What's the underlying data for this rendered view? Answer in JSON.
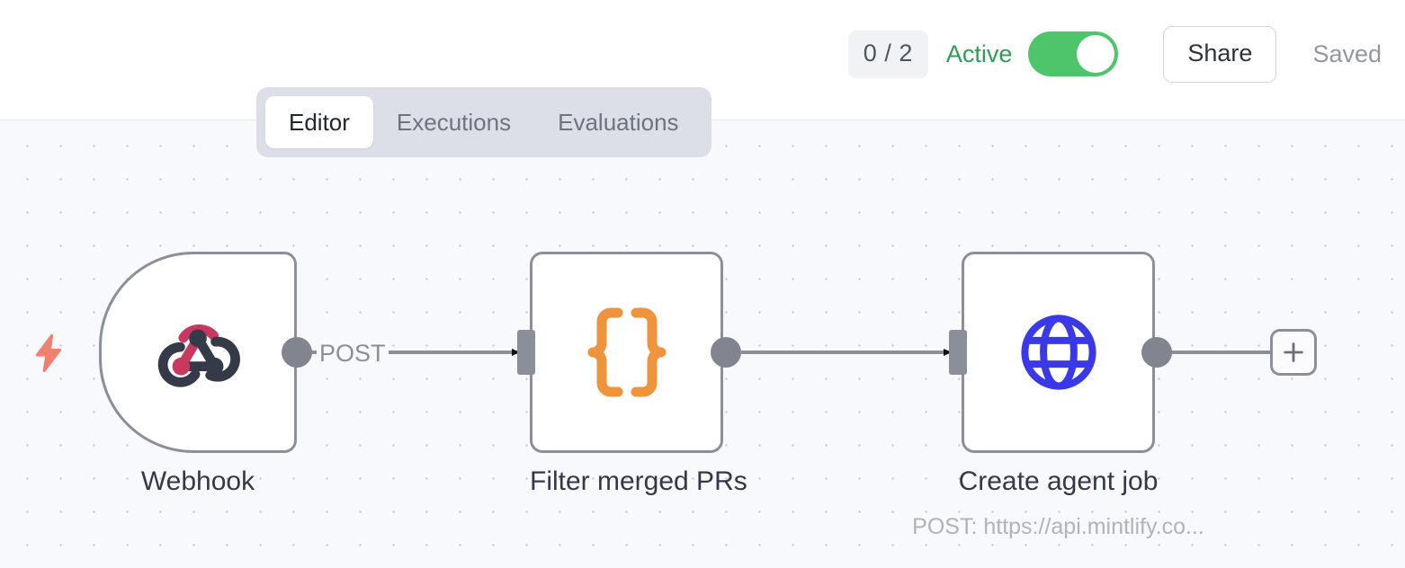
{
  "header": {
    "execution_count_badge": "0 / 2",
    "active_label": "Active",
    "active_toggle_state": "on",
    "share_label": "Share",
    "saved_label": "Saved",
    "accent_green": "#4fc56b",
    "active_text_green": "#2e9e54"
  },
  "tabs": {
    "items": [
      {
        "label": "Editor",
        "active": true
      },
      {
        "label": "Executions",
        "active": false
      },
      {
        "label": "Evaluations",
        "active": false
      }
    ]
  },
  "canvas": {
    "background": "#f8f9fc",
    "grid": "dotted",
    "nodes": [
      {
        "id": "webhook",
        "label": "Webhook",
        "sublabel": "",
        "icon": "webhook-icon",
        "type": "trigger",
        "icon_colors": {
          "primary": "#c9395f",
          "secondary": "#353a48"
        }
      },
      {
        "id": "filter-merged-prs",
        "label": "Filter merged PRs",
        "sublabel": "",
        "icon": "curly-braces-icon",
        "type": "standard",
        "icon_colors": {
          "primary": "#f0943c"
        }
      },
      {
        "id": "create-agent-job",
        "label": "Create agent job",
        "sublabel": "POST: https://api.mintlify.co...",
        "icon": "globe-icon",
        "type": "standard",
        "icon_colors": {
          "primary": "#3a39e8"
        }
      }
    ],
    "connections": [
      {
        "from": "webhook",
        "to": "filter-merged-prs",
        "label": "POST"
      },
      {
        "from": "filter-merged-prs",
        "to": "create-agent-job",
        "label": ""
      }
    ],
    "trigger_bolt_color": "#f0816e",
    "add_node_button_label": "+"
  }
}
